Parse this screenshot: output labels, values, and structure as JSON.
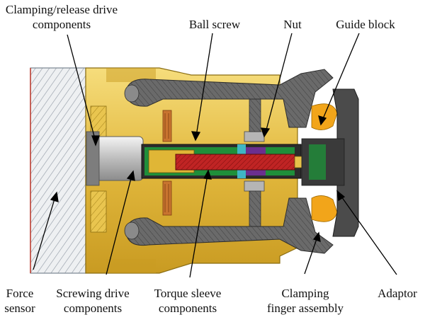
{
  "labels": {
    "clamping_release_line1": "Clamping/release drive",
    "clamping_release_line2": "components",
    "ball_screw": "Ball screw",
    "nut": "Nut",
    "guide_block": "Guide block",
    "force_sensor_line1": "Force",
    "force_sensor_line2": "sensor",
    "screwing_drive_line1": "Screwing drive",
    "screwing_drive_line2": "components",
    "torque_sleeve_line1": "Torque sleeve",
    "torque_sleeve_line2": "components",
    "clamping_finger_line1": "Clamping",
    "clamping_finger_line2": "finger assembly",
    "adaptor": "Adaptor"
  },
  "colors": {
    "housing_gold": "#e9c54f",
    "housing_dark_gold": "#b08d1c",
    "sensor_hatch": "#9aa3ad",
    "finger_gray": "#5e5e5e",
    "screw_red": "#b11f1f",
    "guide_orange": "#f2a51a",
    "green": "#1f8f3a",
    "purple": "#6b2f8f"
  }
}
